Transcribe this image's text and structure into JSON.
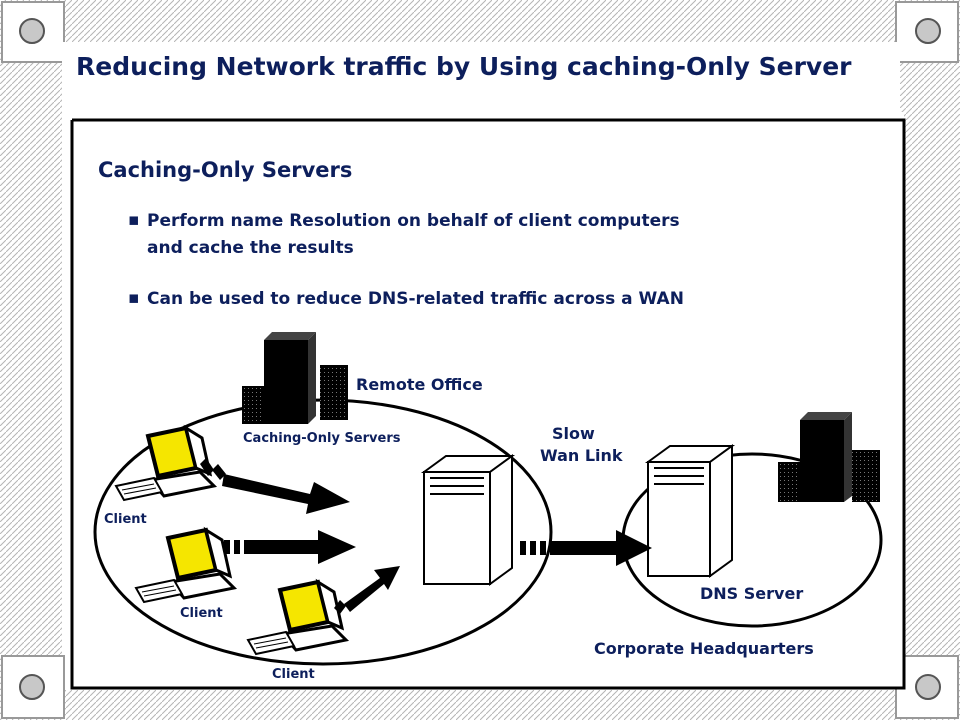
{
  "title": "Reducing Network traffic by Using caching-Only Server",
  "heading": "Caching-Only Servers",
  "bullets": [
    "Perform name Resolution on behalf of client computers",
    "and cache the results",
    "Can be used to reduce DNS-related traffic across a WAN"
  ],
  "bullet_marker": "▪",
  "labels": {
    "remote_office": "Remote Office",
    "caching_servers": "Caching-Only Servers",
    "slow": "Slow",
    "wan_link": "Wan Link",
    "client": "Client",
    "dns_server": "DNS Server",
    "corporate_hq": "Corporate Headquarters"
  },
  "colors": {
    "text": "#0d1f5c",
    "monitor_screen": "#f5e600",
    "frame": "#000000"
  }
}
